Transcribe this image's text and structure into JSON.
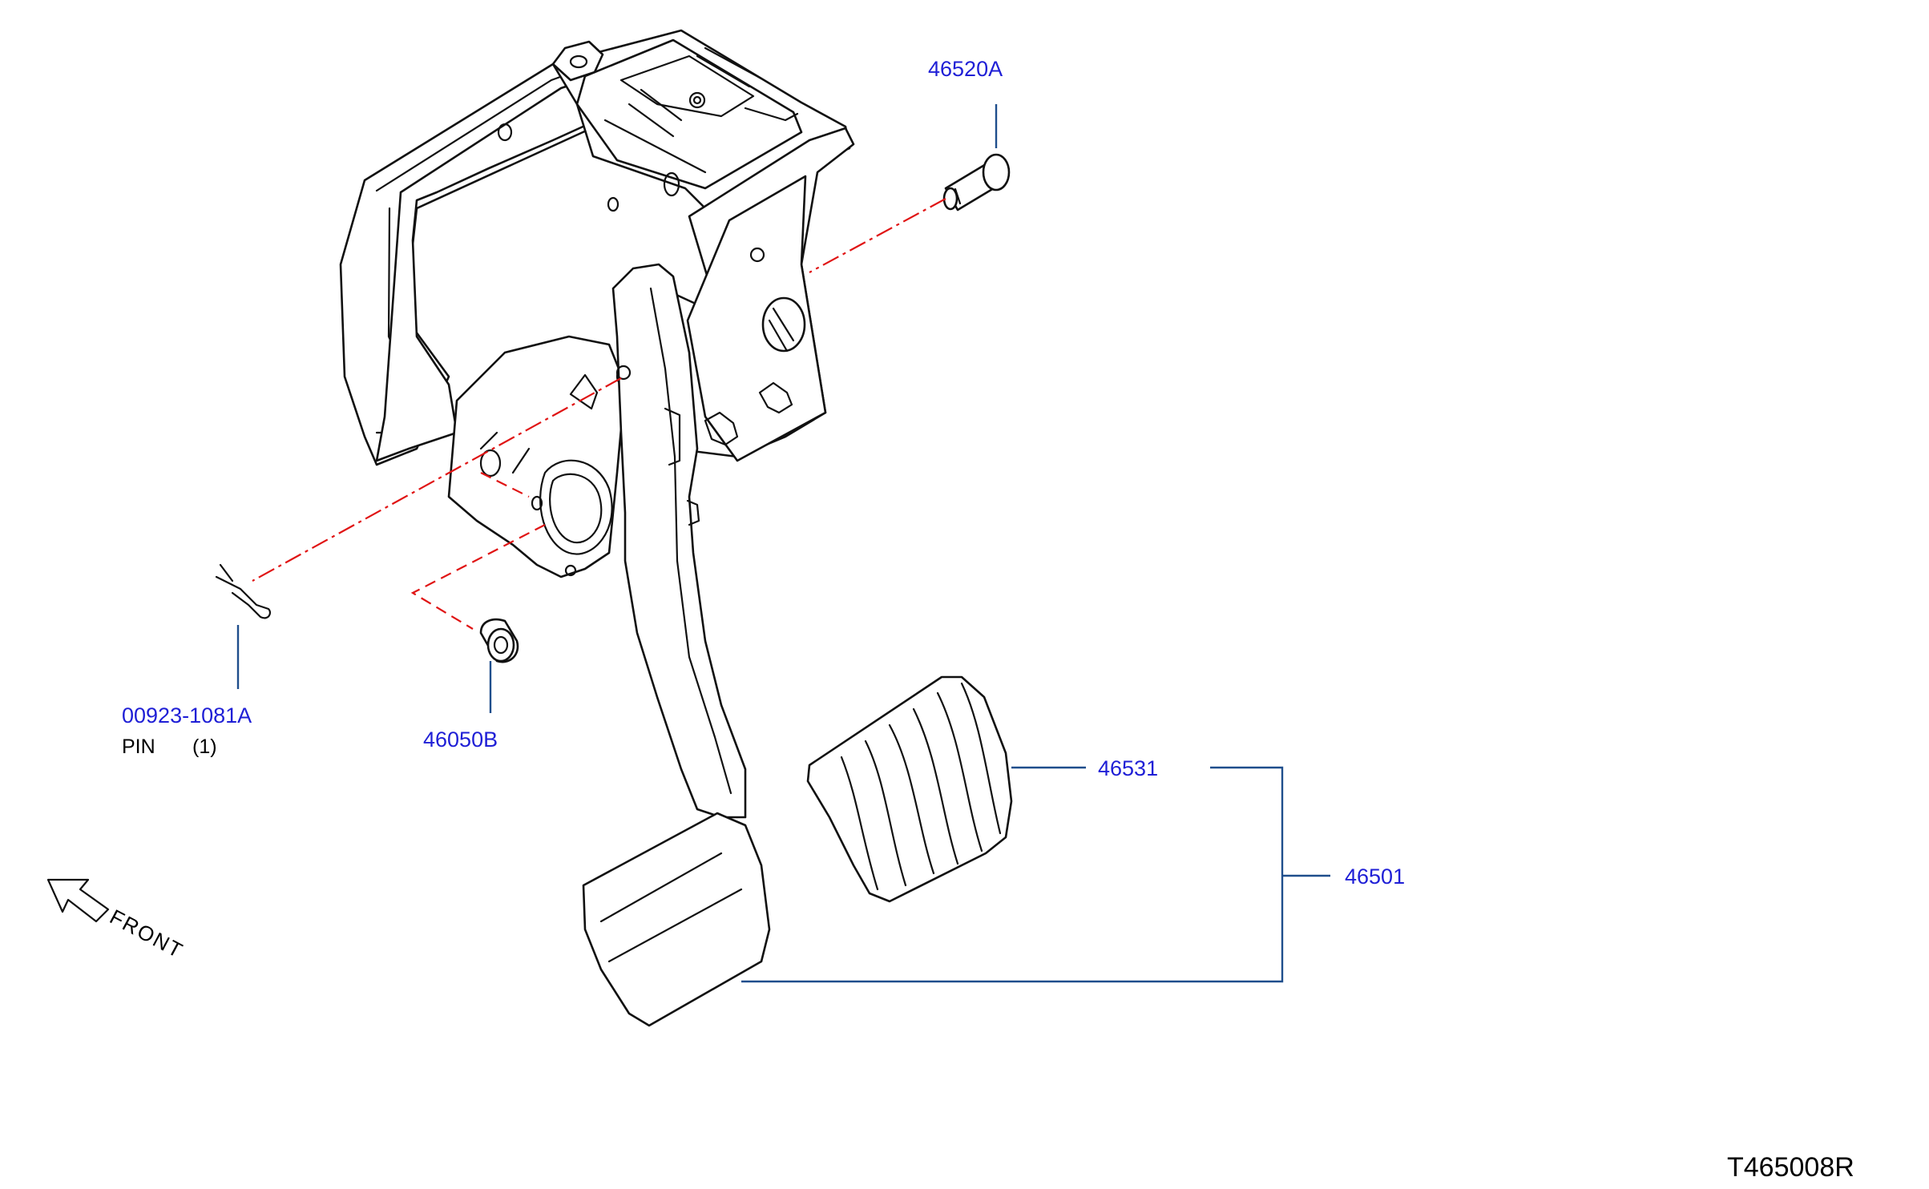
{
  "diagram_code": "T465008R",
  "front_label": "FRONT",
  "callouts": {
    "bolt": {
      "part_number": "46520A"
    },
    "pin": {
      "part_number": "00923-1081A",
      "name": "PIN",
      "quantity": "(1)"
    },
    "bushing": {
      "part_number": "46050B"
    },
    "pad": {
      "part_number": "46531"
    },
    "assembly": {
      "part_number": "46501"
    }
  },
  "colors": {
    "part_number_text": "#1f1fd6",
    "leader_line": "#1f4e8c",
    "center_line": "#e01414",
    "outline": "#111111"
  }
}
